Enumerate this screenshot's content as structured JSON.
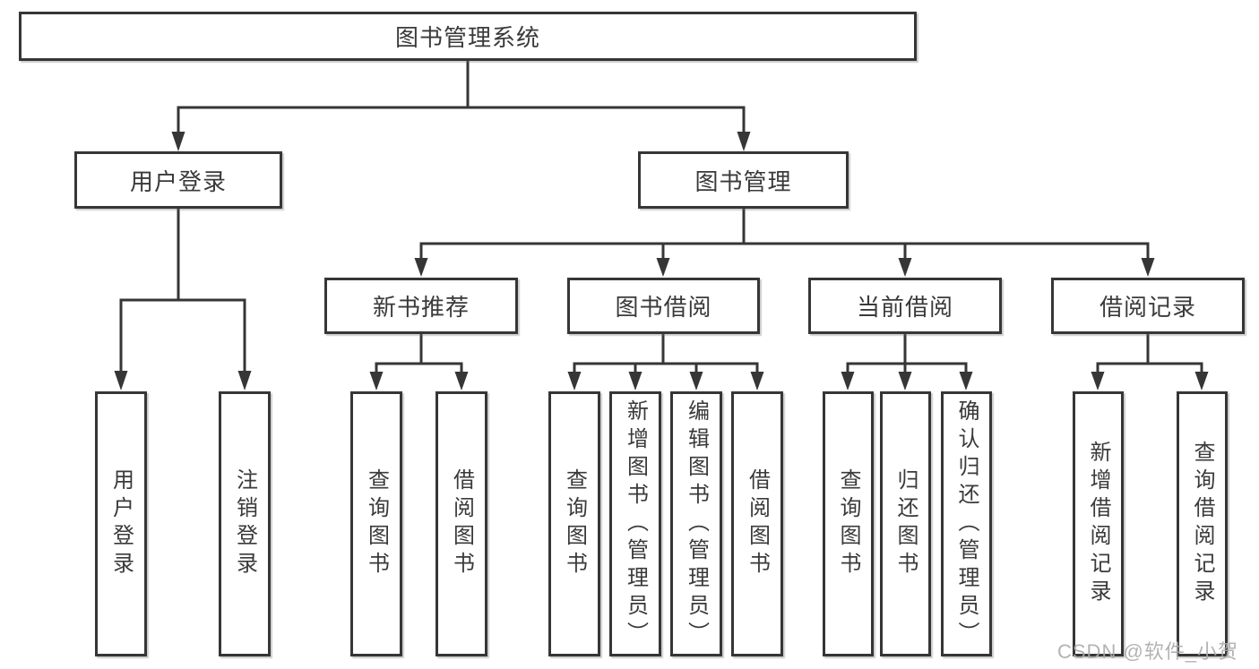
{
  "nodes": {
    "root": "图书管理系统",
    "user_login": "用户登录",
    "book_mgmt": "图书管理",
    "new_book": "新书推荐",
    "book_borrow": "图书借阅",
    "current_borrow": "当前借阅",
    "borrow_record": "借阅记录",
    "leaves": {
      "user_login": [
        "用户登录",
        "注销登录"
      ],
      "new_book": [
        "查询图书",
        "借阅图书"
      ],
      "book_borrow": [
        "查询图书",
        "新增图书（管理员）",
        "编辑图书（管理员）",
        "借阅图书"
      ],
      "current_borrow": [
        "查询图书",
        "归还图书",
        "确认归还（管理员）"
      ],
      "borrow_record": [
        "新增借阅记录",
        "查询借阅记录"
      ]
    }
  },
  "watermark": "CSDN @软件_小贺同学",
  "colors": {
    "line": "#363636",
    "text": "#3a3a3a",
    "watermark": "#ababab",
    "background": "#ffffff"
  }
}
